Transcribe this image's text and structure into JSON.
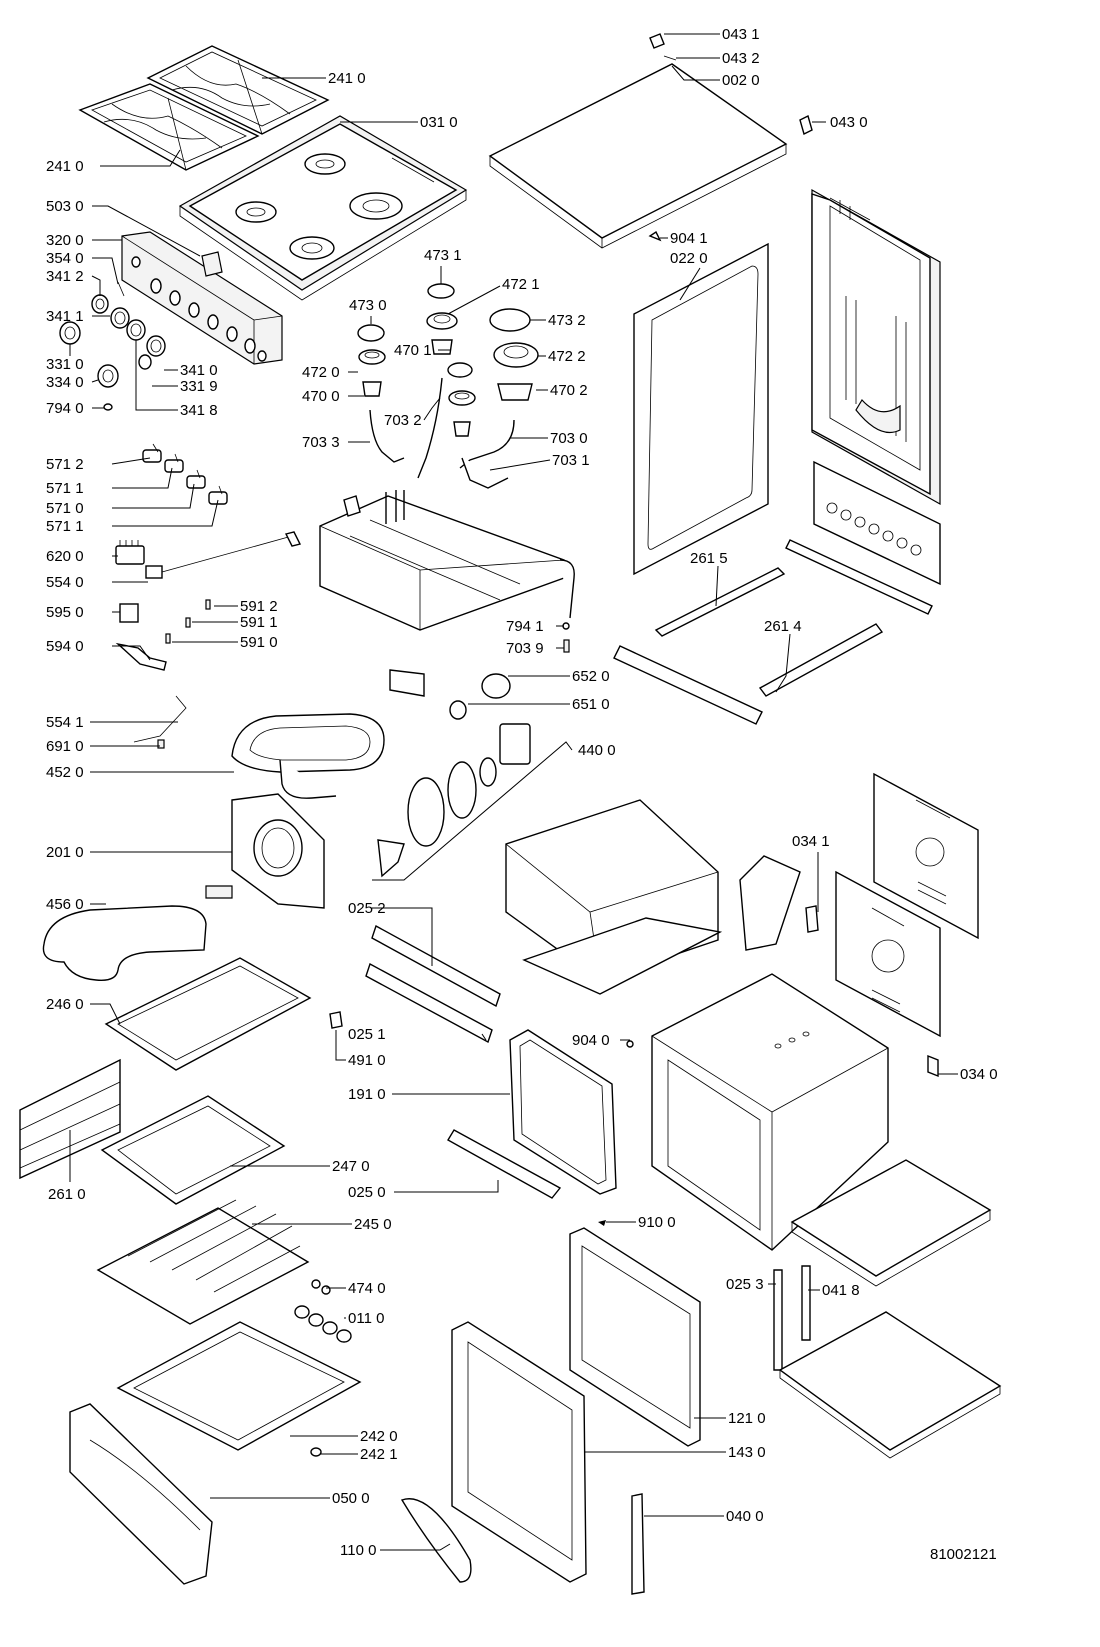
{
  "drawing_number": "81002121",
  "callouts": [
    "043 1",
    "043 2",
    "002 0",
    "043 0",
    "241 0",
    "031 0",
    "241 0",
    "503 0",
    "320 0",
    "354 0",
    "341 2",
    "341 1",
    "331 0",
    "334 0",
    "794 0",
    "341 0",
    "331 9",
    "341 8",
    "473 1",
    "472 1",
    "473 0",
    "473 2",
    "470 1",
    "472 2",
    "472 0",
    "470 2",
    "470 0",
    "703 2",
    "703 3",
    "703 0",
    "703 1",
    "904 1",
    "022 0",
    "571 2",
    "571 1",
    "571 0",
    "571 1",
    "620 0",
    "554 0",
    "595 0",
    "591 2",
    "591 1",
    "594 0",
    "591 0",
    "261 5",
    "794 1",
    "703 9",
    "261 4",
    "652 0",
    "651 0",
    "554 1",
    "691 0",
    "452 0",
    "440 0",
    "201 0",
    "034 1",
    "456 0",
    "025 2",
    "246 0",
    "025 1",
    "491 0",
    "904 0",
    "034 0",
    "191 0",
    "261 0",
    "247 0",
    "025 0",
    "245 0",
    "910 0",
    "474 0",
    "025 3",
    "041 8",
    "011 0",
    "121 0",
    "242 0",
    "242 1",
    "143 0",
    "050 0",
    "040 0",
    "110 0"
  ]
}
